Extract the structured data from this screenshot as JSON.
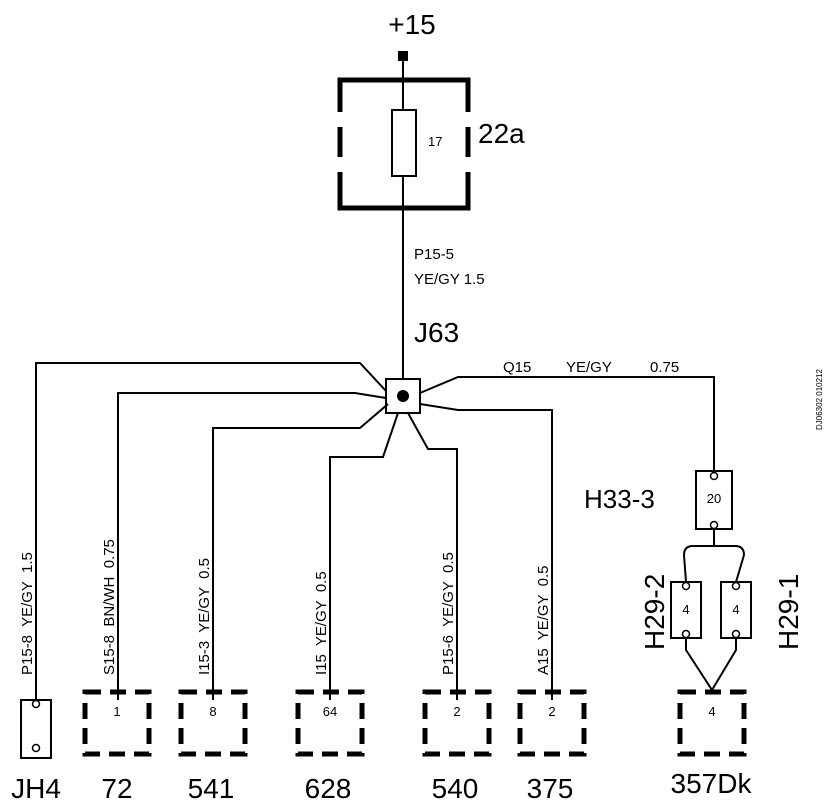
{
  "supply": {
    "label": "+15"
  },
  "fuse": {
    "number": "17",
    "label": "22a"
  },
  "feed_wire": {
    "id": "P15-5",
    "spec": "YE/GY 1.5"
  },
  "junction": {
    "label": "J63"
  },
  "right_branch": {
    "id": "Q15",
    "color": "YE/GY",
    "gauge": "0.75"
  },
  "h33": {
    "label": "H33-3",
    "pin": "20"
  },
  "h29_2": {
    "label": "H29-2",
    "pin": "4"
  },
  "h29_1": {
    "label": "H29-1",
    "pin": "4"
  },
  "branches": [
    {
      "wire": "P15-8  YE/GY  1.5",
      "pin": "",
      "label": "JH4"
    },
    {
      "wire": "S15-8  BN/WH  0.75",
      "pin": "1",
      "label": "72"
    },
    {
      "wire": "I15-3  YE/GY  0.5",
      "pin": "8",
      "label": "541"
    },
    {
      "wire": "I15  YE/GY  0.5",
      "pin": "64",
      "label": "628"
    },
    {
      "wire": "P15-6  YE/GY  0.5",
      "pin": "2",
      "label": "540"
    },
    {
      "wire": "A15  YE/GY  0.5",
      "pin": "2",
      "label": "375"
    }
  ],
  "dk": {
    "label": "357Dk",
    "pin": "4"
  },
  "ref_code": "DJ06302 010212"
}
